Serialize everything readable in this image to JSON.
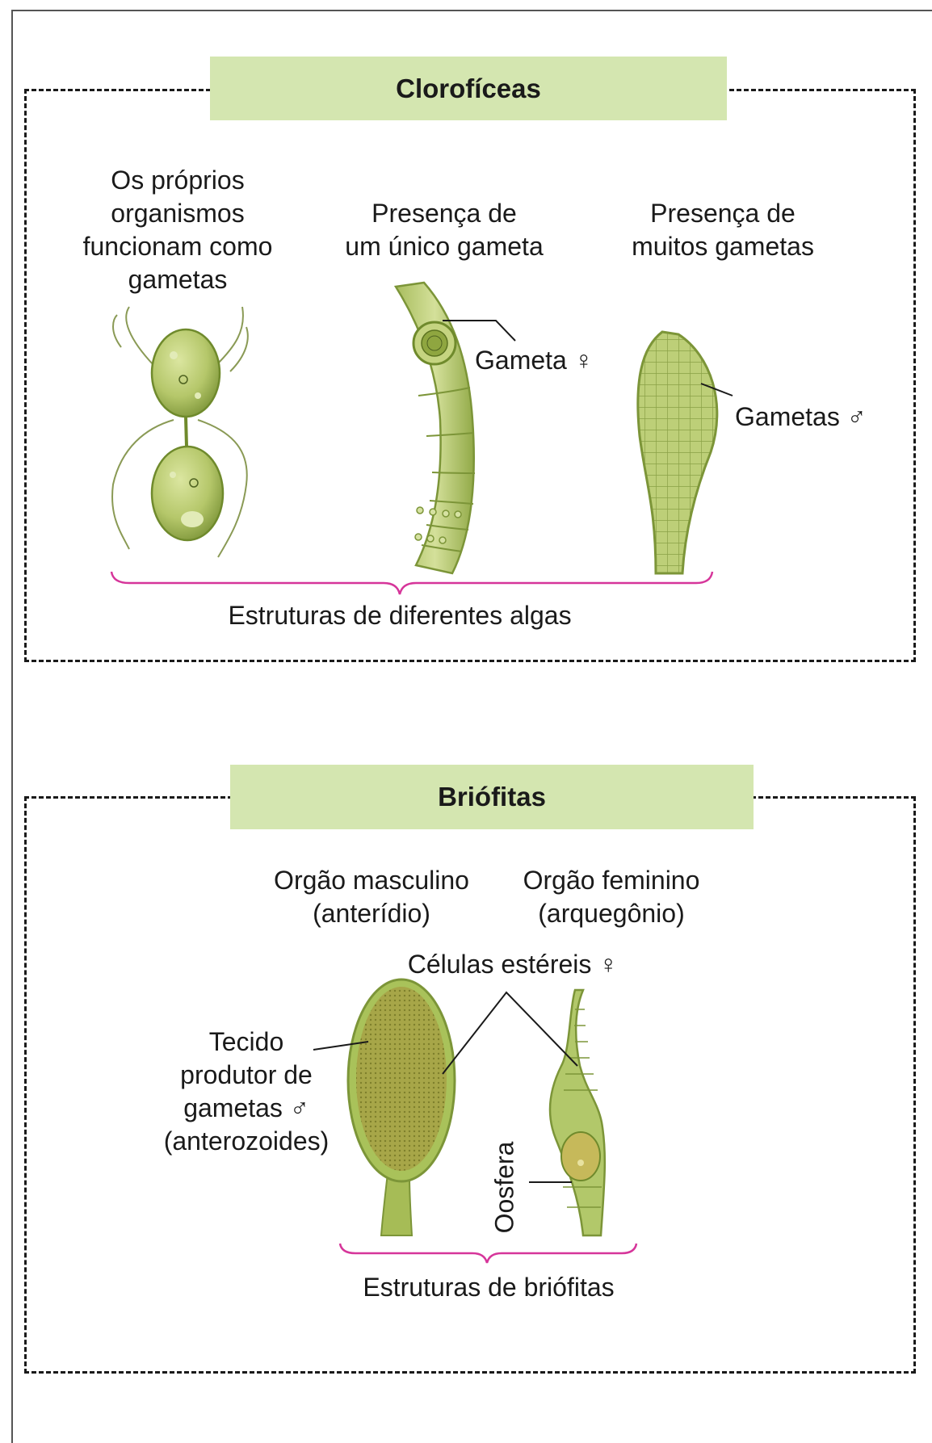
{
  "section_algae": {
    "title": "Clorofíceas",
    "col1_caption": [
      "Os próprios",
      "organismos",
      "funcionam como",
      "gametas"
    ],
    "col2_caption": [
      "Presença de",
      "um único gameta"
    ],
    "col3_caption": [
      "Presença de",
      "muitos gametas"
    ],
    "label_female_gamete": "Gameta ♀",
    "label_male_gametes": "Gametas ♂",
    "bracket_caption": "Estruturas de diferentes algas"
  },
  "section_bryophytes": {
    "title": "Briófitas",
    "male_organ": [
      "Orgão masculino",
      "(anterídio)"
    ],
    "female_organ": [
      "Orgão feminino",
      "(arquegônio)"
    ],
    "label_sterile_cells": "Células estéreis ♀",
    "label_tissue": [
      "Tecido",
      "produtor de",
      "gametas ♂",
      "(anterozoides)"
    ],
    "label_oosphere": "Oosfera",
    "bracket_caption": "Estruturas de briófitas"
  },
  "colors": {
    "banner": "#d4e6b0",
    "bracket": "#d6359a",
    "alga_fill": "#b9cc6a",
    "alga_dark": "#6f8a2c"
  }
}
